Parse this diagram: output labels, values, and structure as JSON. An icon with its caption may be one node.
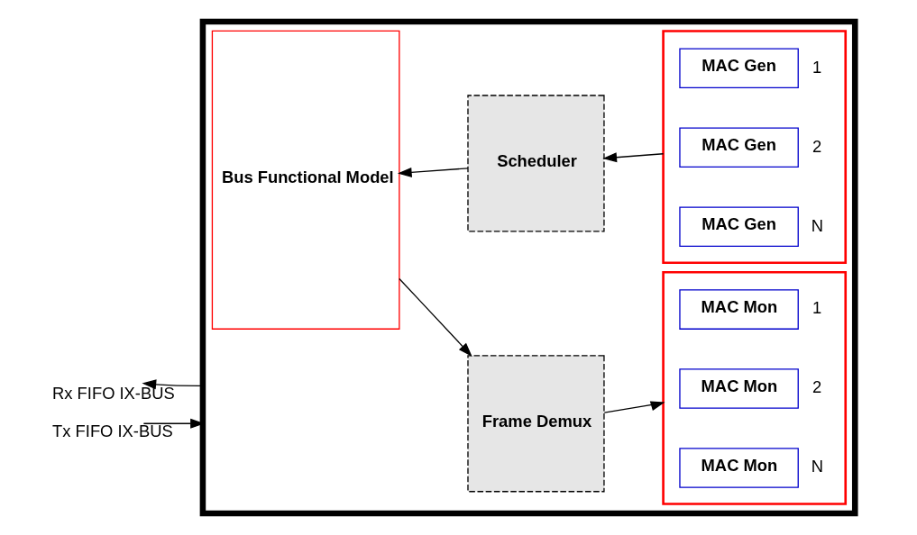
{
  "diagram": {
    "nodes": [
      {
        "text": [],
        "shape": "box"
      },
      {
        "text": [
          "Bus Functional Model"
        ],
        "in": 0
      },
      {
        "text": [
          "Scheduler"
        ],
        "in": 0
      },
      {
        "text": [
          "Frame Demux"
        ],
        "in": 0
      },
      {
        "text": [],
        "shape": "box",
        "in": 0
      },
      {
        "text": [
          "MAC Gen"
        ],
        "in": 4,
        "beside": [
          "1"
        ]
      },
      {
        "text": [
          "MAC Gen"
        ],
        "in": 4,
        "beside": [
          "2"
        ]
      },
      {
        "text": [
          "MAC Gen"
        ],
        "in": 4,
        "beside": [
          "N"
        ]
      },
      {
        "text": [],
        "shape": "box",
        "in": 0
      },
      {
        "text": [
          "MAC Mon"
        ],
        "in": 8,
        "beside": [
          "1"
        ]
      },
      {
        "text": [
          "MAC Mon"
        ],
        "in": 8,
        "beside": [
          "2"
        ]
      },
      {
        "text": [
          "MAC Mon"
        ],
        "in": 8,
        "beside": [
          "N"
        ]
      }
    ],
    "edges": [
      {
        "from": 0,
        "to": null,
        "arrow": "to",
        "label": "Rx FIFO IX-BUS"
      },
      {
        "from": 2,
        "to": 1,
        "arrow": "to"
      },
      {
        "from": 4,
        "to": 2,
        "arrow": "to"
      },
      {
        "from": null,
        "to": 0,
        "arrow": "to",
        "label": "Tx FIFO IX-BUS"
      },
      {
        "from": 1,
        "to": 3,
        "arrow": "to"
      },
      {
        "from": 3,
        "to": 8,
        "arrow": "to"
      }
    ]
  }
}
